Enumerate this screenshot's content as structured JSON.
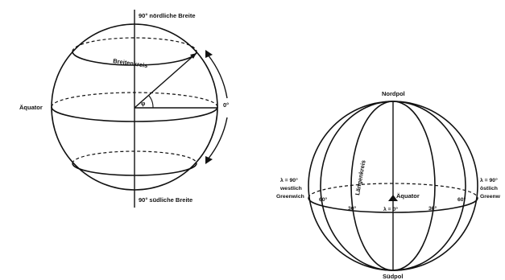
{
  "left_globe": {
    "north_label": "90° nördliche Breite",
    "south_label": "90° südliche Breite",
    "equator_label": "Äquator",
    "latitude_circle_label": "Breitenkreis",
    "angle_symbol": "φ",
    "zero_label": "0°"
  },
  "right_globe": {
    "north_pole": "Nordpol",
    "south_pole": "Südpol",
    "equator_label": "Äquator",
    "meridian_label": "Längenkreis",
    "west_lines": [
      "λ = 90°",
      "westlich",
      "Greenwich"
    ],
    "east_lines": [
      "λ = 90°",
      "östlich",
      "Greenw"
    ],
    "tick_labels": {
      "west_60": "60°",
      "west_30": "30°",
      "center": "λ = 0°",
      "east_30": "30°",
      "east_60": "60°"
    }
  },
  "colors": {
    "stroke": "#111111",
    "background": "#ffffff"
  }
}
